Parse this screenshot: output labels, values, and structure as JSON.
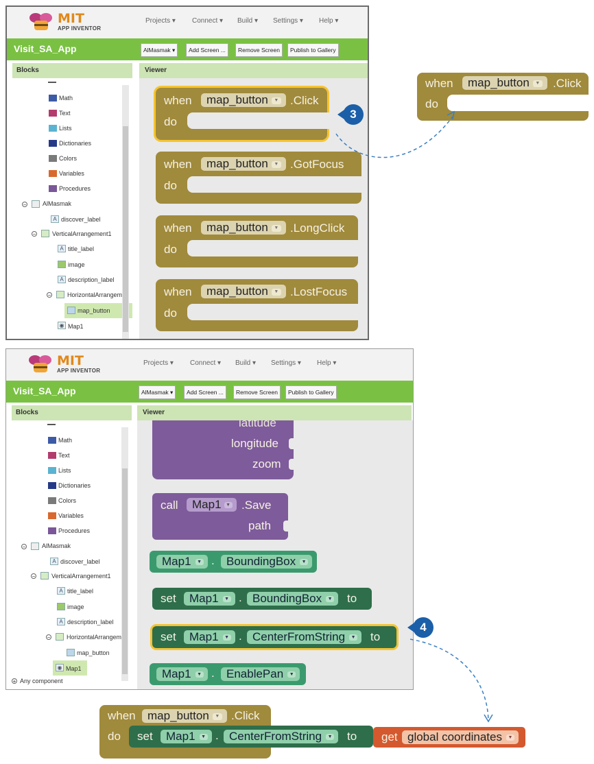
{
  "logo": {
    "brand": "MIT",
    "subtitle": "APP INVENTOR"
  },
  "menu": {
    "projects": "Projects ▾",
    "connect": "Connect ▾",
    "build": "Build ▾",
    "settings": "Settings ▾",
    "help": "Help ▾"
  },
  "app_title": "Visit_SA_App",
  "toolbar": {
    "screen": "AlMasmak ▾",
    "add_screen": "Add Screen ...",
    "remove_screen": "Remove Screen",
    "publish": "Publish to Gallery"
  },
  "panels": {
    "blocks": "Blocks",
    "viewer": "Viewer"
  },
  "tree": {
    "builtin": [
      "Math",
      "Text",
      "Lists",
      "Dictionaries",
      "Colors",
      "Variables",
      "Procedures"
    ],
    "screen": "AlMasmak",
    "discover_label": "discover_label",
    "vertical": "VerticalArrangement1",
    "title_label": "title_label",
    "image": "image",
    "description_label": "description_label",
    "horizontal": "HorizontalArrangem",
    "map_button": "map_button",
    "map1": "Map1",
    "any_component": "Any component"
  },
  "colors": {
    "math": "#3c5aa6",
    "text": "#b33c6e",
    "lists": "#5ab3d1",
    "dictionaries": "#253a87",
    "colors": "#7a7a7a",
    "variables": "#d9682e",
    "procedures": "#7a5799"
  },
  "kw": {
    "when": "when",
    "do": "do",
    "set": "set",
    "to": "to",
    "call": "call",
    "get": "get",
    "dot": "."
  },
  "events": [
    {
      "component": "map_button",
      "event": ".Click"
    },
    {
      "component": "map_button",
      "event": ".GotFocus"
    },
    {
      "component": "map_button",
      "event": ".LongClick"
    },
    {
      "component": "map_button",
      "event": ".LostFocus"
    }
  ],
  "map_blocks": {
    "latitude": "latitude",
    "longitude": "longitude",
    "zoom": "zoom",
    "component": "Map1",
    "save": ".Save",
    "path": "path",
    "bounding_box": "BoundingBox",
    "center_from_string": "CenterFromString",
    "enable_pan": "EnablePan",
    "global_coordinates": "global coordinates"
  },
  "steps": [
    "3",
    "4"
  ]
}
